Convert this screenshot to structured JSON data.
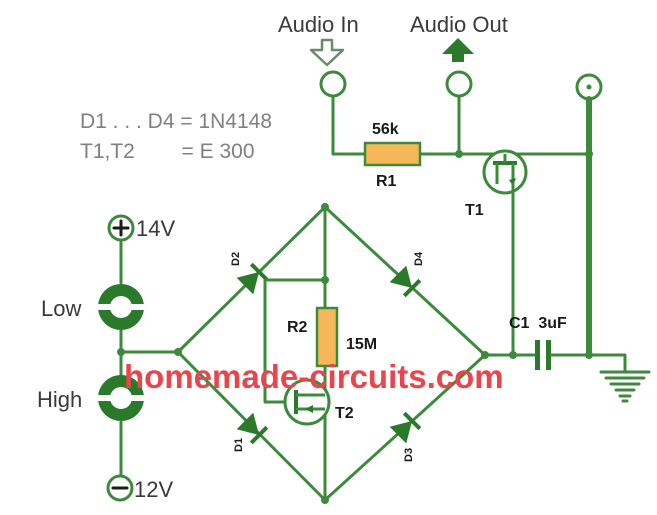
{
  "labels": {
    "audio_in": "Audio In",
    "audio_out": "Audio Out",
    "note_line1": "D1 . . . D4 = 1N4148",
    "note_line2": "T1,T2        = E 300",
    "r1_value": "56k",
    "r1_name": "R1",
    "t1_name": "T1",
    "t2_name": "T2",
    "r2_name": "R2",
    "r2_value": "15M",
    "c1_label": "C1  3uF",
    "plus_voltage": "14V",
    "minus_voltage": "12V",
    "low": "Low",
    "high": "High",
    "d1": "D1",
    "d2": "D2",
    "d3": "D3",
    "d4": "D4",
    "watermark": "homemade-circuits.com"
  },
  "colors": {
    "wire": "#3d8a3d",
    "resistor_fill": "#f6b65a",
    "watermark": "#e8454d"
  }
}
